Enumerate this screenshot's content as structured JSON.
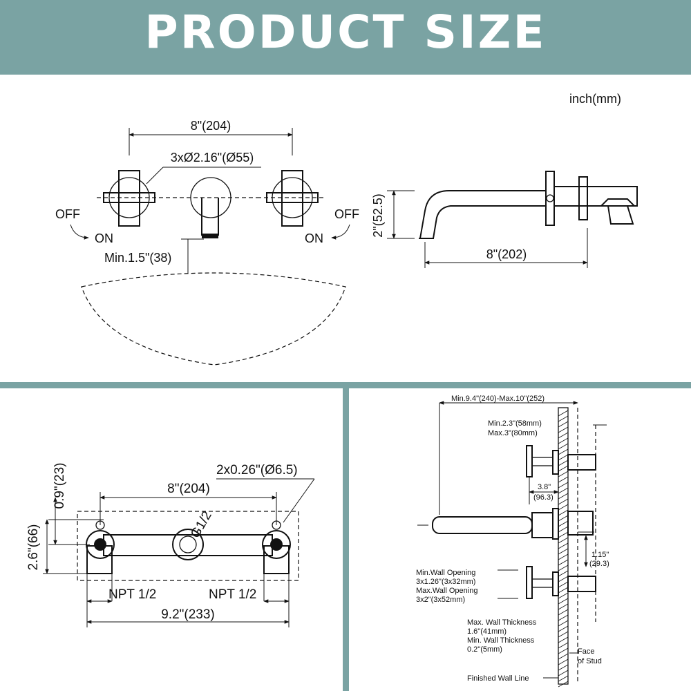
{
  "banner": {
    "title": "PRODUCT SIZE",
    "color": "#7aa3a3"
  },
  "unit_note": "inch(mm)",
  "front_view": {
    "spacing": "8\"(204)",
    "escutcheon_dia": "3xØ2.16\"(Ø55)",
    "off_left": "OFF",
    "on_left": "ON",
    "off_right": "OFF",
    "on_right": "ON",
    "min_height": "Min.1.5\"(38)"
  },
  "side_view": {
    "height": "2\"(52.5)",
    "reach": "8\"(202)"
  },
  "rough_in": {
    "hole_dia": "2x0.26\"(Ø6.5)",
    "spacing": "8\"(204)",
    "thread": "G1/2",
    "top_offset": "0.9\"(23)",
    "height": "2.6\"(66)",
    "npt_left": "NPT 1/2",
    "npt_right": "NPT 1/2",
    "width": "9.2\"(233)"
  },
  "install": {
    "total_depth": "Min.9.4\"(240)-Max.10\"(252)",
    "min_depth": "Min.2.3\"(58mm)",
    "max_depth": "Max.3\"(80mm)",
    "spacing_in": "3.8\"",
    "spacing_mm": "(96.3)",
    "offset_in": "1.15\"",
    "offset_mm": "(29.3)",
    "opening_min_label": "Min.Wall Opening",
    "opening_min_value": "3x1.26\"(3x32mm)",
    "opening_max_label": "Max.Wall Opening",
    "opening_max_value": "3x2\"(3x52mm)",
    "thick_max_label": "Max. Wall Thickness",
    "thick_max_value": "1.6\"(41mm)",
    "thick_min_label": "Min. Wall Thickness",
    "thick_min_value": "0.2\"(5mm)",
    "stud_line1": "Face",
    "stud_line2": "of Stud",
    "finished_wall": "Finished Wall Line"
  }
}
